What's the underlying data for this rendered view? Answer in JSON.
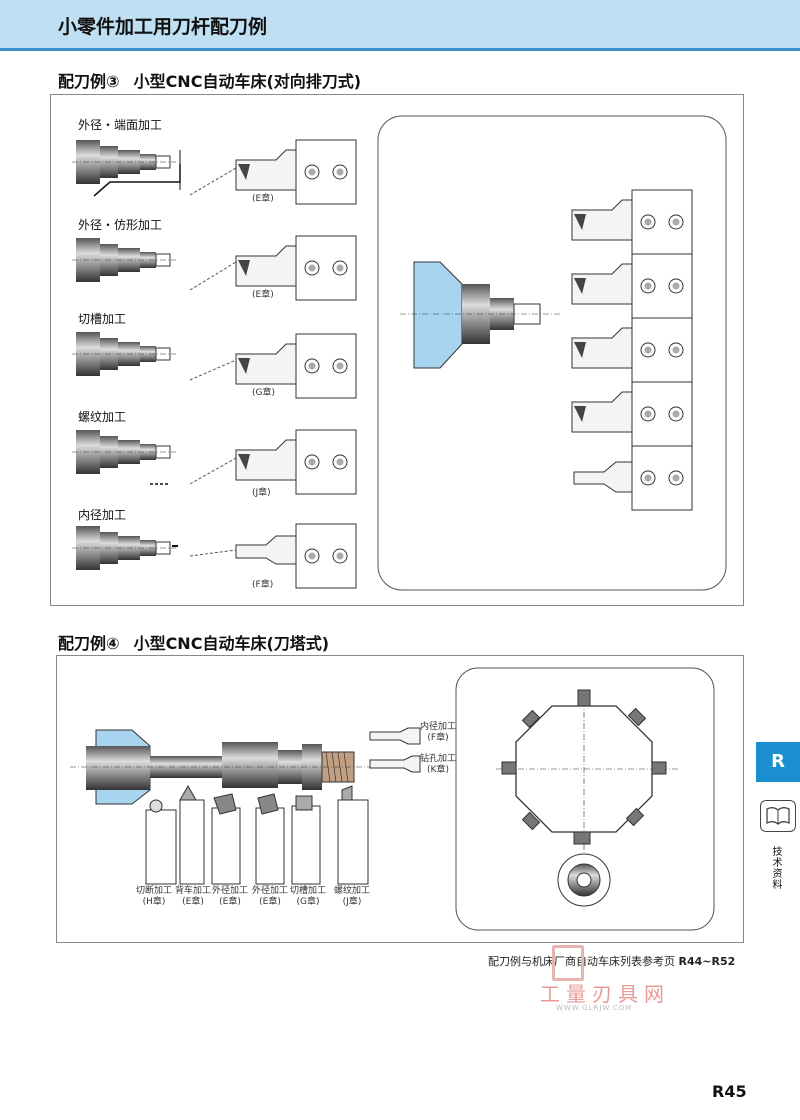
{
  "header": {
    "title": "小零件加工用刀杆配刀例"
  },
  "section3": {
    "num": "配刀例③",
    "title": "小型CNC自动车床(对向排刀式)",
    "rows": [
      {
        "label": "外径・端面加工",
        "caption": "(E章)"
      },
      {
        "label": "外径・仿形加工",
        "caption": "(E章)"
      },
      {
        "label": "切槽加工",
        "caption": "(G章)"
      },
      {
        "label": "螺纹加工",
        "caption": "(J章)"
      },
      {
        "label": "内径加工",
        "caption": "(F章)"
      }
    ]
  },
  "section4": {
    "num": "配刀例④",
    "title": "小型CNC自动车床(刀塔式)",
    "bottom_tools": [
      {
        "name": "切断加工",
        "chapter": "(H章)"
      },
      {
        "name": "背车加工",
        "chapter": "(E章)"
      },
      {
        "name": "外径加工",
        "chapter": "(E章)"
      },
      {
        "name": "外径加工",
        "chapter": "(E章)"
      },
      {
        "name": "切槽加工",
        "chapter": "(G章)"
      },
      {
        "name": "螺纹加工",
        "chapter": "(J章)"
      }
    ],
    "side_tools": [
      {
        "name": "内径加工",
        "chapter": "(F章)"
      },
      {
        "name": "钻孔加工",
        "chapter": "(K章)"
      }
    ]
  },
  "sidebar": {
    "tab_letter": "R",
    "vertical_label": "技术资料"
  },
  "footer": {
    "ref_text": "配刀例与机床厂商自动车床列表参考页",
    "ref_pages": "R44~R52",
    "page_number": "R45"
  },
  "watermark": {
    "text": "工量刃具网",
    "url": "WWW.GLRJW.COM"
  },
  "colors": {
    "header_bg": "#bfe0f2",
    "accent": "#1a8fcf",
    "chuck_blue": "#a8d4f0"
  }
}
